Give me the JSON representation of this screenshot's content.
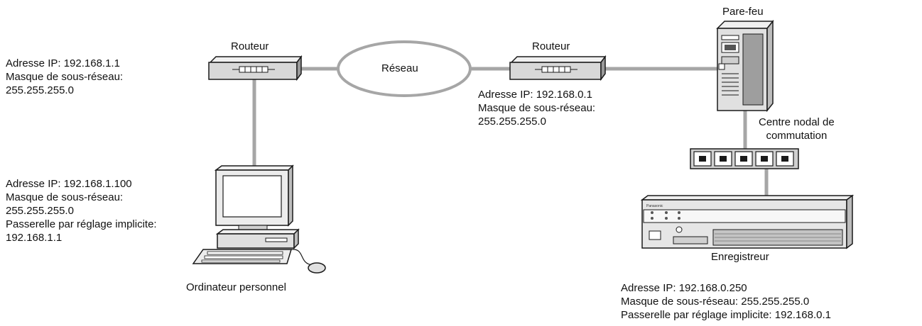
{
  "devices": {
    "router_left": "Routeur",
    "network": "Réseau",
    "router_right": "Routeur",
    "firewall": "Pare-feu",
    "hub_line1": "Centre nodal de",
    "hub_line2": "commutation",
    "recorder": "Enregistreur",
    "pc": "Ordinateur personnel",
    "recorder_brand": "Panasonic"
  },
  "settings": {
    "router_left": {
      "ip": "Adresse IP: 192.168.1.1",
      "mask_label": "Masque de sous-réseau:",
      "mask_value": "255.255.255.0"
    },
    "router_right": {
      "ip": "Adresse IP: 192.168.0.1",
      "mask_label": "Masque de sous-réseau:",
      "mask_value": "255.255.255.0"
    },
    "pc": {
      "ip": "Adresse IP: 192.168.1.100",
      "mask_label": "Masque de sous-réseau:",
      "mask_value": "255.255.255.0",
      "gateway_label": "Passerelle par réglage implicite:",
      "gateway_value": "192.168.1.1"
    },
    "recorder": {
      "ip": "Adresse IP: 192.168.0.250",
      "mask": "Masque de sous-réseau: 255.255.255.0",
      "gateway": "Passerelle par réglage implicite: 192.168.0.1"
    }
  },
  "colors": {
    "link": "#a6a6a6",
    "device_fill": "#e3e3e3",
    "device_dark": "#8c8c8c",
    "outline": "#1a1a1a"
  }
}
